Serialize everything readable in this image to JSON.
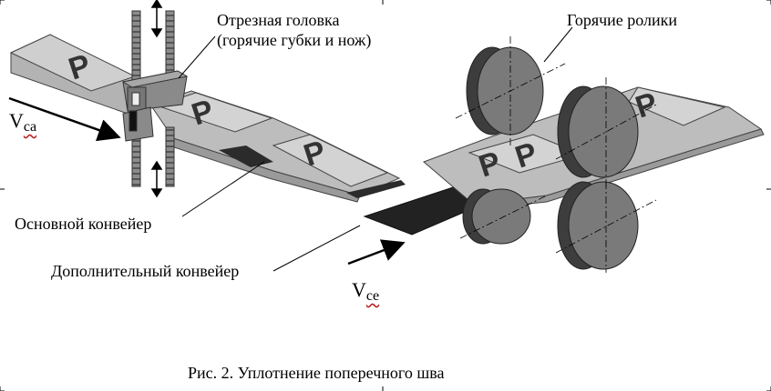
{
  "labels": {
    "cutting_head_line1": "Отрезная головка",
    "cutting_head_line2": "(горячие губки и нож)",
    "hot_rollers": "Горячие ролики",
    "main_conveyor": "Основной конвейер",
    "aux_conveyor": "Дополнительный конвейер",
    "vca_letter": "V",
    "vca_sub": "ca",
    "vce_letter": "V",
    "vce_sub": "ce",
    "package_mark": "P"
  },
  "caption": "Рис. 2. Уплотнение поперечного шва"
}
